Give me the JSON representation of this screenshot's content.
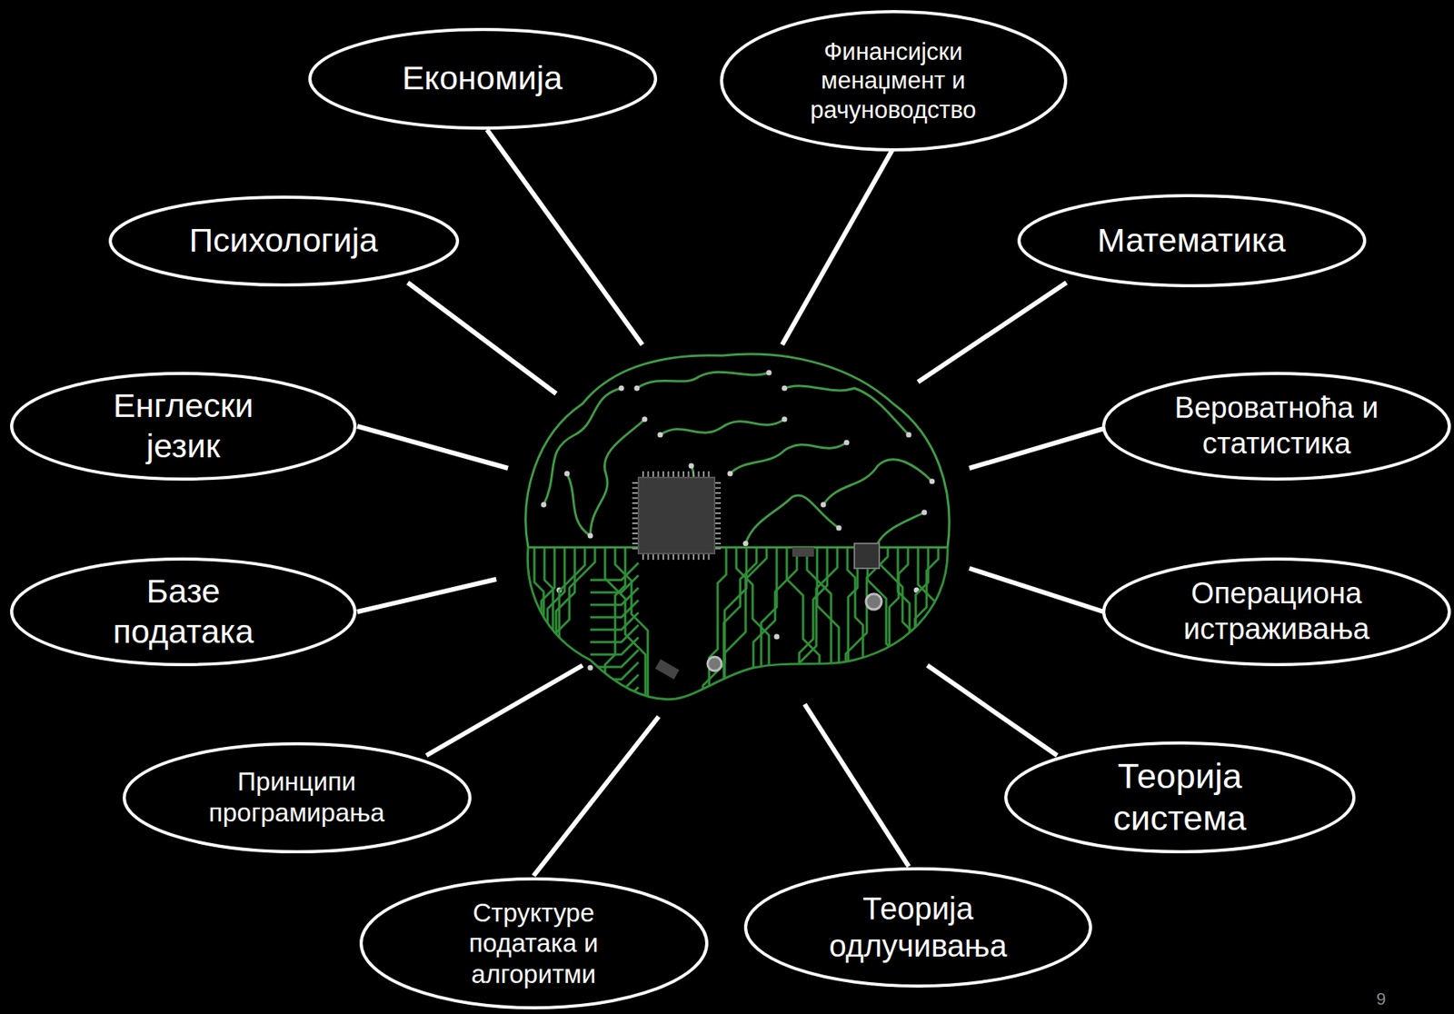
{
  "diagram": {
    "nodes": [
      {
        "text": [
          "Економија"
        ]
      },
      {
        "text": [
          "Финансијски менаџмент и рачуноводство"
        ]
      },
      {
        "text": [
          "Психологија"
        ]
      },
      {
        "text": [
          "Математика"
        ]
      },
      {
        "text": [
          "Енглески језик"
        ]
      },
      {
        "text": [
          "Вероватноћа и статистика"
        ]
      },
      {
        "text": [
          "Базе података"
        ]
      },
      {
        "text": [
          "Операциона истраживања"
        ]
      },
      {
        "text": [
          "Принципи програмирања"
        ]
      },
      {
        "text": [
          "Теорија система"
        ]
      },
      {
        "text": [
          "Структуре података и алгоритми"
        ]
      },
      {
        "text": [
          "Теорија одлучивања"
        ]
      }
    ],
    "labels": [
      "9"
    ]
  }
}
